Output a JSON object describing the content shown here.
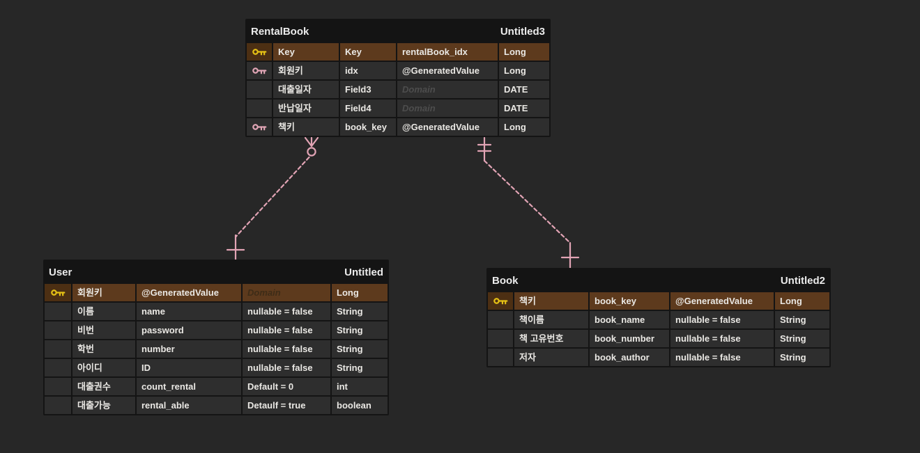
{
  "colors": {
    "canvas_bg": "#272727",
    "entity_frame": "#141414",
    "row_bg": "#2e2e2e",
    "selected_row_bg": "#5d3a1d",
    "selected_icon_bg": "#4c2f13",
    "cell_text": "#eae8e4",
    "placeholder_text": "#4d4d4d",
    "placeholder_text_selected": "#3e2c17",
    "primary_key": "#e6c215",
    "foreign_key": "#e2a6b6",
    "relationship_line": "#e2a4b5"
  },
  "entities": [
    {
      "id": "rentalbook",
      "logical_name": "RentalBook",
      "physical_name": "Untitled3",
      "rows": [
        {
          "key": "pk",
          "selected": true,
          "name": "Key",
          "field": "Key",
          "domain": "rentalBook_idx",
          "placeholder": false,
          "type": "Long"
        },
        {
          "key": "fk",
          "selected": false,
          "name": "회원키",
          "field": "idx",
          "domain": "@GeneratedValue",
          "placeholder": false,
          "type": "Long"
        },
        {
          "key": "",
          "selected": false,
          "name": "대출일자",
          "field": "Field3",
          "domain": "Domain",
          "placeholder": true,
          "type": "DATE"
        },
        {
          "key": "",
          "selected": false,
          "name": "반납일자",
          "field": "Field4",
          "domain": "Domain",
          "placeholder": true,
          "type": "DATE"
        },
        {
          "key": "fk",
          "selected": false,
          "name": "책키",
          "field": "book_key",
          "domain": "@GeneratedValue",
          "placeholder": false,
          "type": "Long"
        }
      ]
    },
    {
      "id": "user",
      "logical_name": "User",
      "physical_name": "Untitled",
      "rows": [
        {
          "key": "pk",
          "selected": true,
          "name": "회원키",
          "field": "@GeneratedValue",
          "domain": "Domain",
          "placeholder": true,
          "type": "Long"
        },
        {
          "key": "",
          "selected": false,
          "name": "이름",
          "field": "name",
          "domain": "nullable = false",
          "placeholder": false,
          "type": "String"
        },
        {
          "key": "",
          "selected": false,
          "name": "비번",
          "field": "password",
          "domain": "nullable = false",
          "placeholder": false,
          "type": "String"
        },
        {
          "key": "",
          "selected": false,
          "name": "학번",
          "field": "number",
          "domain": "nullable = false",
          "placeholder": false,
          "type": "String"
        },
        {
          "key": "",
          "selected": false,
          "name": "아이디",
          "field": "ID",
          "domain": "nullable = false",
          "placeholder": false,
          "type": "String"
        },
        {
          "key": "",
          "selected": false,
          "name": "대출권수",
          "field": "count_rental",
          "domain": "Default = 0",
          "placeholder": false,
          "type": "int"
        },
        {
          "key": "",
          "selected": false,
          "name": "대출가능",
          "field": "rental_able",
          "domain": "Detaulf = true",
          "placeholder": false,
          "type": "boolean"
        }
      ]
    },
    {
      "id": "book",
      "logical_name": "Book",
      "physical_name": "Untitled2",
      "rows": [
        {
          "key": "pk",
          "selected": true,
          "name": "책키",
          "field": "book_key",
          "domain": "@GeneratedValue",
          "placeholder": false,
          "type": "Long"
        },
        {
          "key": "",
          "selected": false,
          "name": "책이름",
          "field": "book_name",
          "domain": "nullable = false",
          "placeholder": false,
          "type": "String"
        },
        {
          "key": "",
          "selected": false,
          "name": "책 고유번호",
          "field": "book_number",
          "domain": "nullable = false",
          "placeholder": false,
          "type": "String"
        },
        {
          "key": "",
          "selected": false,
          "name": "저자",
          "field": "book_author",
          "domain": "nullable = false",
          "placeholder": false,
          "type": "String"
        }
      ]
    }
  ],
  "relationships": [
    {
      "from_entity": "RentalBook",
      "to_entity": "User",
      "from_cardinality": "zero-or-many",
      "to_cardinality": "one",
      "line_style": "dashed"
    },
    {
      "from_entity": "RentalBook",
      "to_entity": "Book",
      "from_cardinality": "one",
      "to_cardinality": "one",
      "line_style": "dashed"
    }
  ]
}
